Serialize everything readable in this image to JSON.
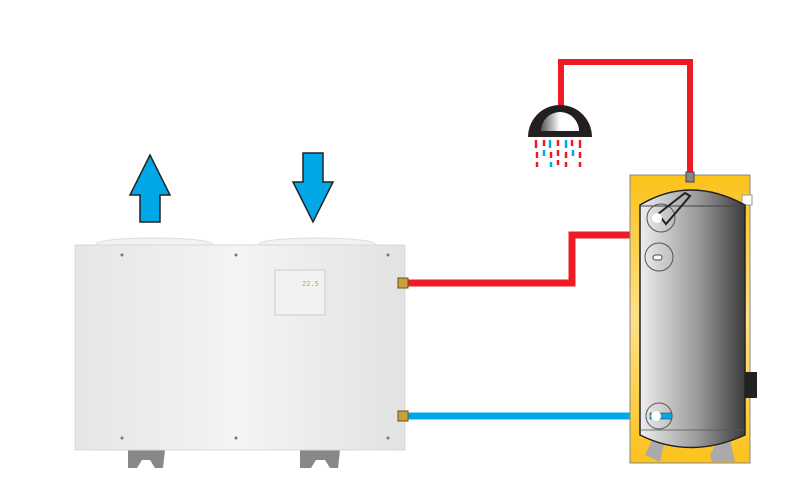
{
  "diagram": {
    "components": [
      "heat-pump-unit",
      "hot-water-tank",
      "shower-head",
      "hot-pipe",
      "cold-pipe",
      "air-exhaust-arrow",
      "air-intake-arrow"
    ],
    "display_reading": "22.5",
    "colors": {
      "hot_pipe": "#ed1c24",
      "cold_pipe": "#00a8e8",
      "air_arrow": "#00a8e8",
      "tank_casing": "#fcd116",
      "unit_body": "#eeeeee",
      "shower_head": "#231f20"
    }
  }
}
